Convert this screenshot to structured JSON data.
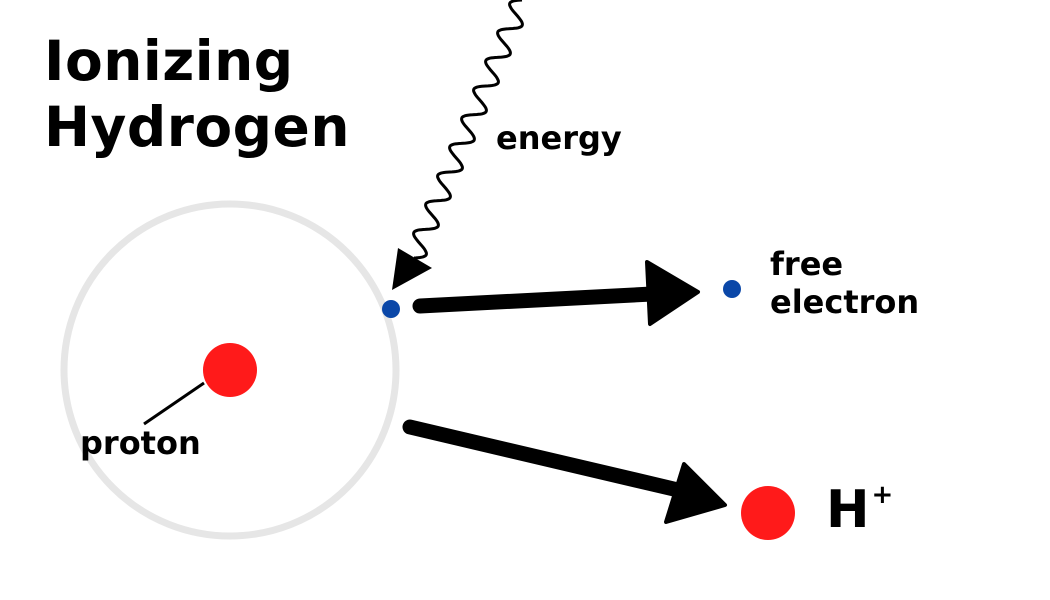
{
  "title": {
    "line1": "Ionizing",
    "line2": "Hydrogen"
  },
  "labels": {
    "energy": "energy",
    "free_line1": "free",
    "free_line2": "electron",
    "proton": "proton",
    "ion_base": "H",
    "ion_charge": "+"
  },
  "colors": {
    "proton": "#ff1a1a",
    "electron": "#0a47a8",
    "orbit": "#e6e6e6",
    "arrow": "#000000"
  }
}
